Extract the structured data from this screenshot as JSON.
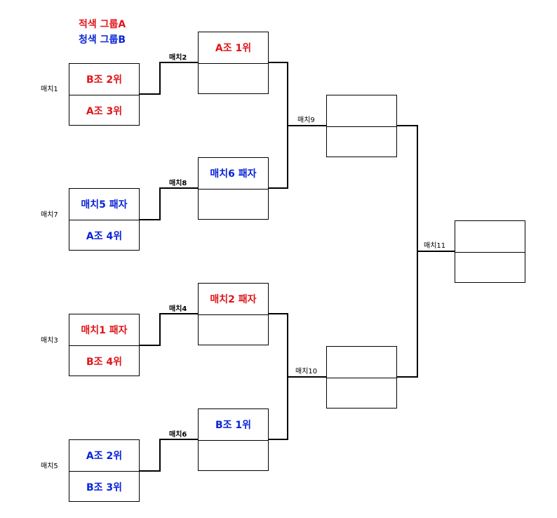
{
  "legend": {
    "red_group": "적색 그룹A",
    "blue_group": "청색 그룹B"
  },
  "colors": {
    "red": "#e0161b",
    "blue": "#0a24d8",
    "line": "#000000"
  },
  "round1": [
    {
      "label": "매치1",
      "top": "B조 2위",
      "top_color": "red",
      "bottom": "A조 3위",
      "bottom_color": "red"
    },
    {
      "label": "매치7",
      "top": "매치5 패자",
      "top_color": "blue",
      "bottom": "A조 4위",
      "bottom_color": "blue"
    },
    {
      "label": "매치3",
      "top": "매치1 패자",
      "top_color": "red",
      "bottom": "B조 4위",
      "bottom_color": "red"
    },
    {
      "label": "매치5",
      "top": "A조 2위",
      "top_color": "blue",
      "bottom": "B조 3위",
      "bottom_color": "blue"
    }
  ],
  "round2": [
    {
      "label": "매치2",
      "top": "A조 1위",
      "top_color": "red",
      "bottom": ""
    },
    {
      "label": "매치8",
      "top": "매치6 패자",
      "top_color": "blue",
      "bottom": ""
    },
    {
      "label": "매치4",
      "top": "매치2 패자",
      "top_color": "red",
      "bottom": ""
    },
    {
      "label": "매치6",
      "top": "B조 1위",
      "top_color": "blue",
      "bottom": ""
    }
  ],
  "round3": [
    {
      "label": "매치9",
      "top": "",
      "bottom": ""
    },
    {
      "label": "매치10",
      "top": "",
      "bottom": ""
    }
  ],
  "final": {
    "label": "매치11",
    "top": "",
    "bottom": ""
  }
}
